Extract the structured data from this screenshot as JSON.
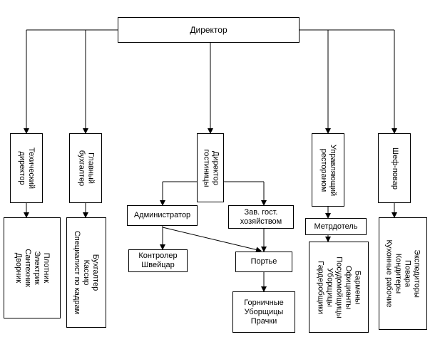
{
  "director": "Директор",
  "tech_director": "Техический\nдиректор",
  "tech_staff": "Плотник\nЭлектрик\nСантехник\nДворник",
  "chief_accountant": "Главный\nбухгалтер",
  "accounting_staff": "Бухгалтер\nКассир\nСпециалист по кадрам",
  "hotel_director": "Директор\nгостиницы",
  "administrator": "Администратор",
  "housekeeping_head": "Зав. гост.\nхозяйством",
  "controller_doorman": "Контролер\nШвейцар",
  "porter": "Портье",
  "maids": "Горничные\nУборщицы\nПрачки",
  "restaurant_manager": "Управляющий\nрестораном",
  "maitre_d": "Метрдотель",
  "restaurant_staff": "Бармены\nОфицианты\nПосудомойщицы\nУборщицы\nГардеробщики",
  "chef": "Шеф-повар",
  "kitchen_staff": "Экспедиторы\nПовара\nКондитеры\nКухонные рабочие",
  "colors": {
    "line": "#000000",
    "box_border": "#000000",
    "background": "#ffffff"
  }
}
